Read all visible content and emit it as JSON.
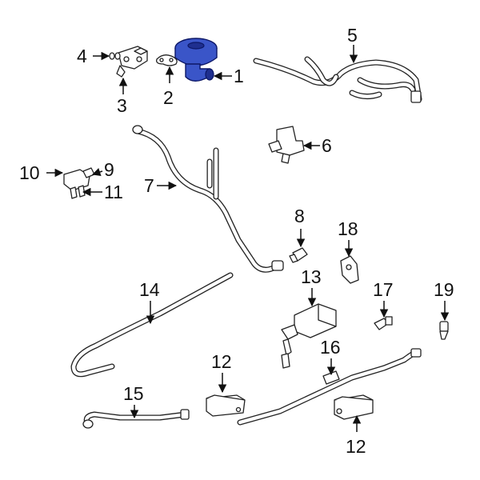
{
  "colors": {
    "highlight": "#3a55c8",
    "ink": "#222222",
    "background": "#ffffff"
  },
  "callouts": {
    "c1": "1",
    "c2": "2",
    "c3": "3",
    "c4": "4",
    "c5": "5",
    "c6": "6",
    "c7": "7",
    "c8": "8",
    "c9": "9",
    "c10": "10",
    "c11": "11",
    "c12a": "12",
    "c12b": "12",
    "c13": "13",
    "c14": "14",
    "c15": "15",
    "c16": "16",
    "c17": "17",
    "c18": "18",
    "c19": "19"
  },
  "highlighted_part": "1"
}
